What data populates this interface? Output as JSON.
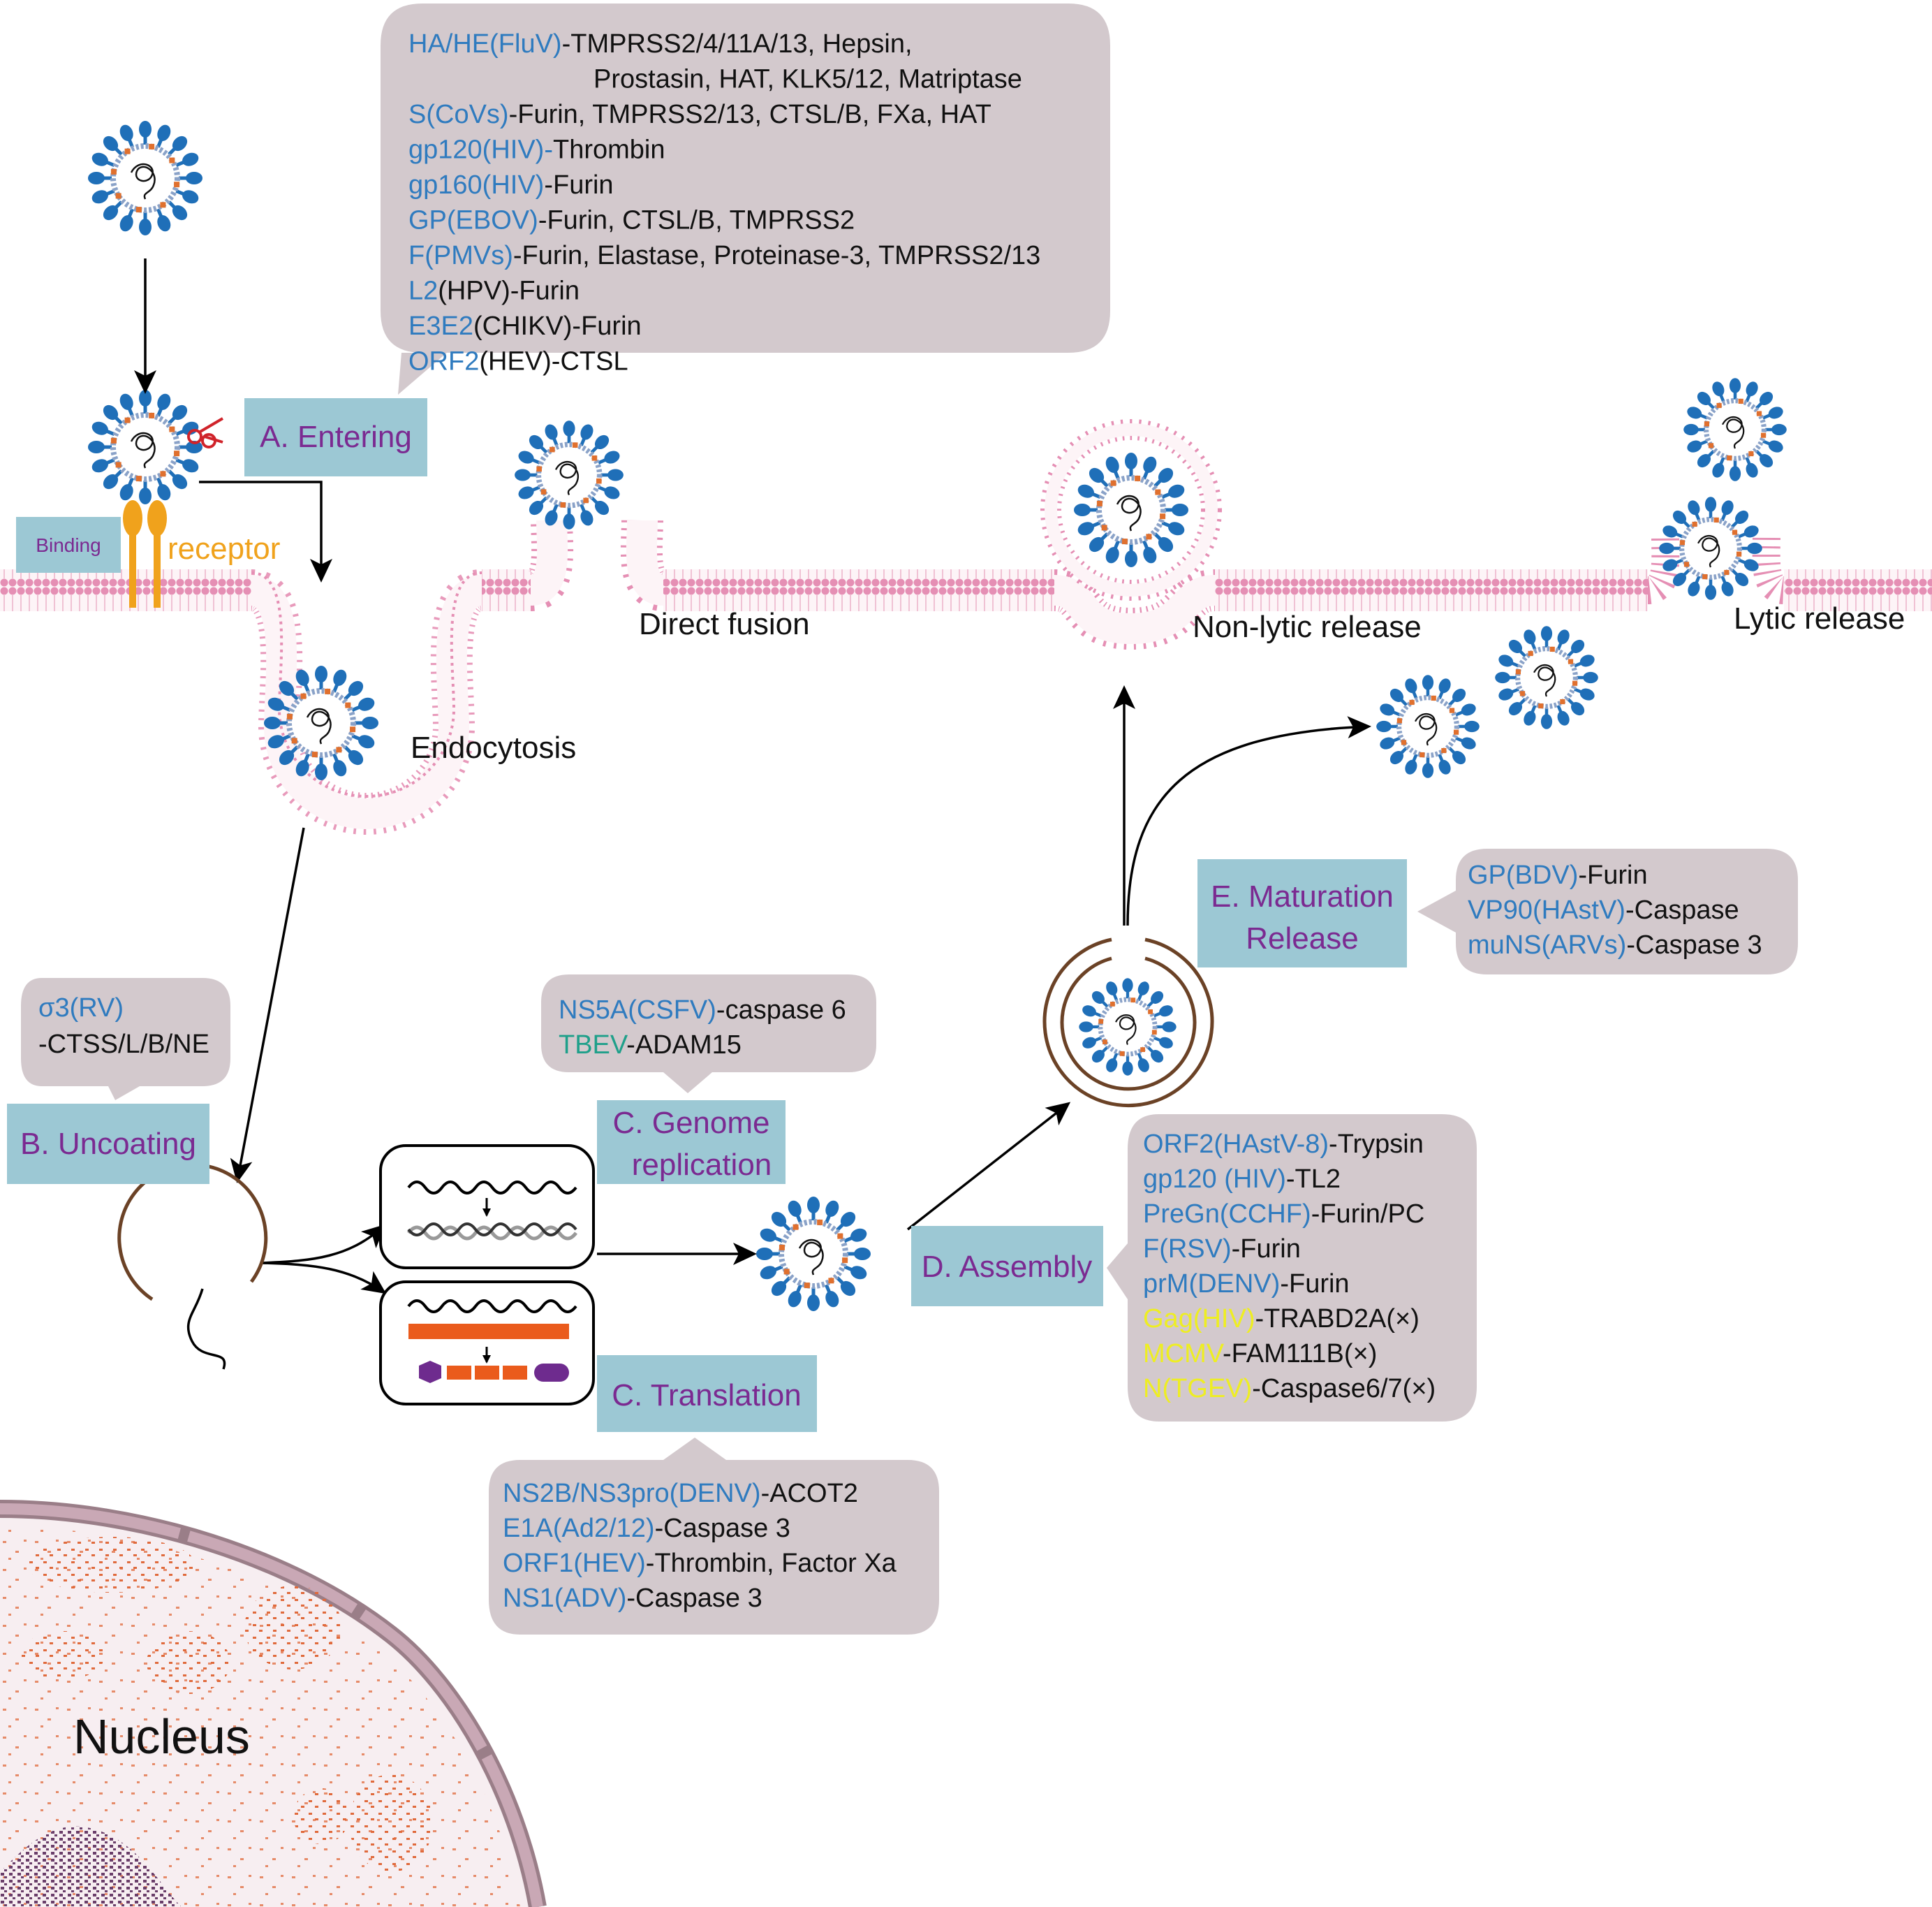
{
  "labels": {
    "receptor": "receptor",
    "binding": "Binding",
    "endocytosis": "Endocytosis",
    "direct_fusion": "Direct fusion",
    "non_lytic_release": "Non-lytic release",
    "lytic_release": "Lytic release",
    "nucleus": "Nucleus"
  },
  "stages": {
    "entering": "A. Entering",
    "uncoating": "B. Uncoating",
    "genome_replication_1": "C. Genome",
    "genome_replication_2": "replication",
    "translation": "C. Translation",
    "assembly": "D. Assembly",
    "maturation_1": "E. Maturation",
    "maturation_2": "Release"
  },
  "bubble_entering": [
    [
      {
        "t": "HA/HE(FluV)",
        "c": "blue"
      },
      {
        "t": "-TMPRSS2/4/11A/13, Hepsin,",
        "c": "black"
      }
    ],
    [
      {
        "t": "Prostasin, HAT, KLK5/12, Matriptase",
        "c": "black"
      }
    ],
    [
      {
        "t": "S(CoVs)",
        "c": "blue"
      },
      {
        "t": "-Furin, TMPRSS2/13, CTSL/B, FXa, HAT",
        "c": "black"
      }
    ],
    [
      {
        "t": "gp120(HIV)-",
        "c": "blue"
      },
      {
        "t": "Thrombin",
        "c": "black"
      }
    ],
    [
      {
        "t": "gp160(HIV)",
        "c": "blue"
      },
      {
        "t": "-Furin",
        "c": "black"
      }
    ],
    [
      {
        "t": "GP(EBOV)",
        "c": "blue"
      },
      {
        "t": "-Furin, CTSL/B, TMPRSS2",
        "c": "black"
      }
    ],
    [
      {
        "t": "F(PMVs)",
        "c": "blue"
      },
      {
        "t": "-Furin, Elastase, Proteinase-3, TMPRSS2/13",
        "c": "black"
      }
    ],
    [
      {
        "t": "L2",
        "c": "blue"
      },
      {
        "t": "(HPV)-Furin",
        "c": "black"
      }
    ],
    [
      {
        "t": "E3E2",
        "c": "blue"
      },
      {
        "t": "(CHIKV)-Furin",
        "c": "black"
      }
    ],
    [
      {
        "t": "ORF2",
        "c": "blue"
      },
      {
        "t": "(HEV)-CTSL",
        "c": "black"
      }
    ]
  ],
  "bubble_uncoating": [
    [
      {
        "t": "σ3(RV)",
        "c": "blue"
      }
    ],
    [
      {
        "t": "-CTSS/L/B/NE",
        "c": "black"
      }
    ]
  ],
  "bubble_replication": [
    [
      {
        "t": "NS5A(CSFV)",
        "c": "blue"
      },
      {
        "t": "-caspase 6",
        "c": "black"
      }
    ],
    [
      {
        "t": "TBEV",
        "c": "teal"
      },
      {
        "t": "-ADAM15",
        "c": "black"
      }
    ]
  ],
  "bubble_translation": [
    [
      {
        "t": "NS2B/NS3pro(DENV)",
        "c": "blue"
      },
      {
        "t": "-ACOT2",
        "c": "black"
      }
    ],
    [
      {
        "t": "E1A(Ad2/12)",
        "c": "blue"
      },
      {
        "t": "-Caspase 3",
        "c": "black"
      }
    ],
    [
      {
        "t": "ORF1(HEV)",
        "c": "blue"
      },
      {
        "t": "-Thrombin, Factor Xa",
        "c": "black"
      }
    ],
    [
      {
        "t": "NS1(ADV)",
        "c": "blue"
      },
      {
        "t": "-Caspase 3",
        "c": "black"
      }
    ]
  ],
  "bubble_assembly": [
    [
      {
        "t": "ORF2(HAstV-8)",
        "c": "blue"
      },
      {
        "t": "-Trypsin",
        "c": "black"
      }
    ],
    [
      {
        "t": "gp120 (HIV)",
        "c": "blue"
      },
      {
        "t": "-TL2",
        "c": "black"
      }
    ],
    [
      {
        "t": "PreGn(CCHF)",
        "c": "blue"
      },
      {
        "t": "-Furin/PC",
        "c": "black"
      }
    ],
    [
      {
        "t": "F(RSV)",
        "c": "blue"
      },
      {
        "t": "-Furin",
        "c": "black"
      }
    ],
    [
      {
        "t": "prM(DENV)",
        "c": "blue"
      },
      {
        "t": "-Furin",
        "c": "black"
      }
    ],
    [
      {
        "t": "Gag(HIV)",
        "c": "yellow"
      },
      {
        "t": "-TRABD2A(×)",
        "c": "black"
      }
    ],
    [
      {
        "t": "MCMV",
        "c": "yellow"
      },
      {
        "t": "-FAM111B(×)",
        "c": "black"
      }
    ],
    [
      {
        "t": "N(TGEV)",
        "c": "yellow"
      },
      {
        "t": "-Caspase6/7(×)",
        "c": "black"
      }
    ]
  ],
  "bubble_maturation": [
    [
      {
        "t": "GP(BDV)",
        "c": "blue"
      },
      {
        "t": "-Furin",
        "c": "black"
      }
    ],
    [
      {
        "t": "VP90(HAstV)",
        "c": "blue"
      },
      {
        "t": "-Caspase",
        "c": "black"
      }
    ],
    [
      {
        "t": "muNS(ARVs)",
        "c": "blue"
      },
      {
        "t": "-Caspase 3",
        "c": "black"
      }
    ]
  ],
  "colors": {
    "virus_blue": "#1f6fb8",
    "virus_ring": "#8aa2c8",
    "virus_orange": "#e0702e",
    "membrane_pink": "#e58fb4",
    "bubble_fill": "#d3c9cd",
    "stage_box": "#9cc8d4",
    "stage_text": "#7b2a91",
    "receptor_orange": "#f0a21c",
    "vesicle_brown": "#6b4226",
    "nucleus_dots": "#e06a3c",
    "nucleolus": "#6a3e6a",
    "translation_bar": "#ea5b1c",
    "protein_purple": "#6e2b8e"
  },
  "icons": {
    "scissors": "scissors-icon",
    "virus": "virus-particle-icon",
    "rna": "rna-strand-icon"
  }
}
